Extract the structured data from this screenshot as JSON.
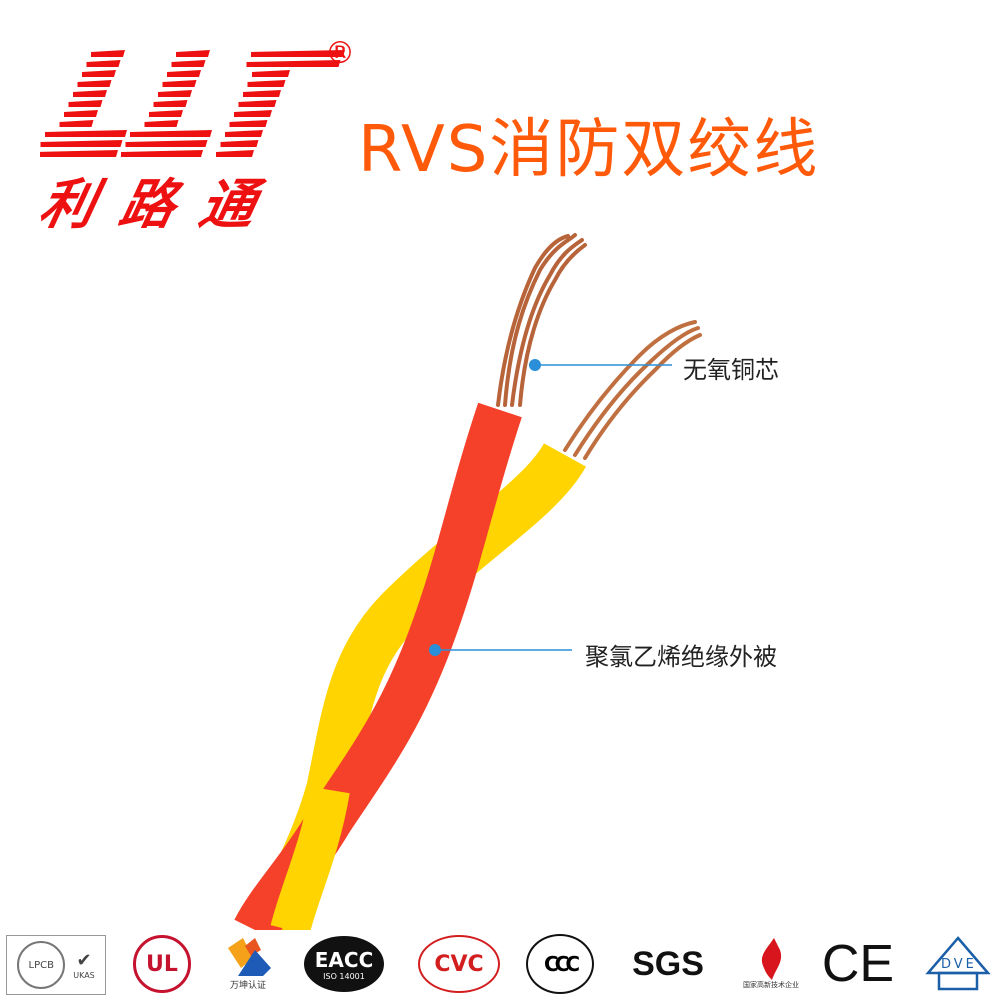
{
  "brand": {
    "logo_letters": "LLT",
    "registered": "®",
    "name_cn": "利路通",
    "color": "#ee1111"
  },
  "title": "RVS消防双绞线",
  "title_color": "#ff5a0a",
  "callouts": [
    {
      "label": "无氧铜芯"
    },
    {
      "label": "聚氯乙烯绝缘外被"
    }
  ],
  "callout_color": "#2a8fd8",
  "cable_colors": {
    "red": "#f5402a",
    "yellow": "#ffd400",
    "copper": "#b8643a"
  },
  "certifications": [
    {
      "name": "LPCB",
      "sub": "UKAS"
    },
    {
      "name": "UL"
    },
    {
      "name": "万坤认证"
    },
    {
      "name": "EACC",
      "sub": "ISO 14001"
    },
    {
      "name": "CVC"
    },
    {
      "name": "CCC"
    },
    {
      "name": "SGS"
    },
    {
      "name": "国家高新技术企业"
    },
    {
      "name": "CE"
    },
    {
      "name": "DVE"
    }
  ]
}
